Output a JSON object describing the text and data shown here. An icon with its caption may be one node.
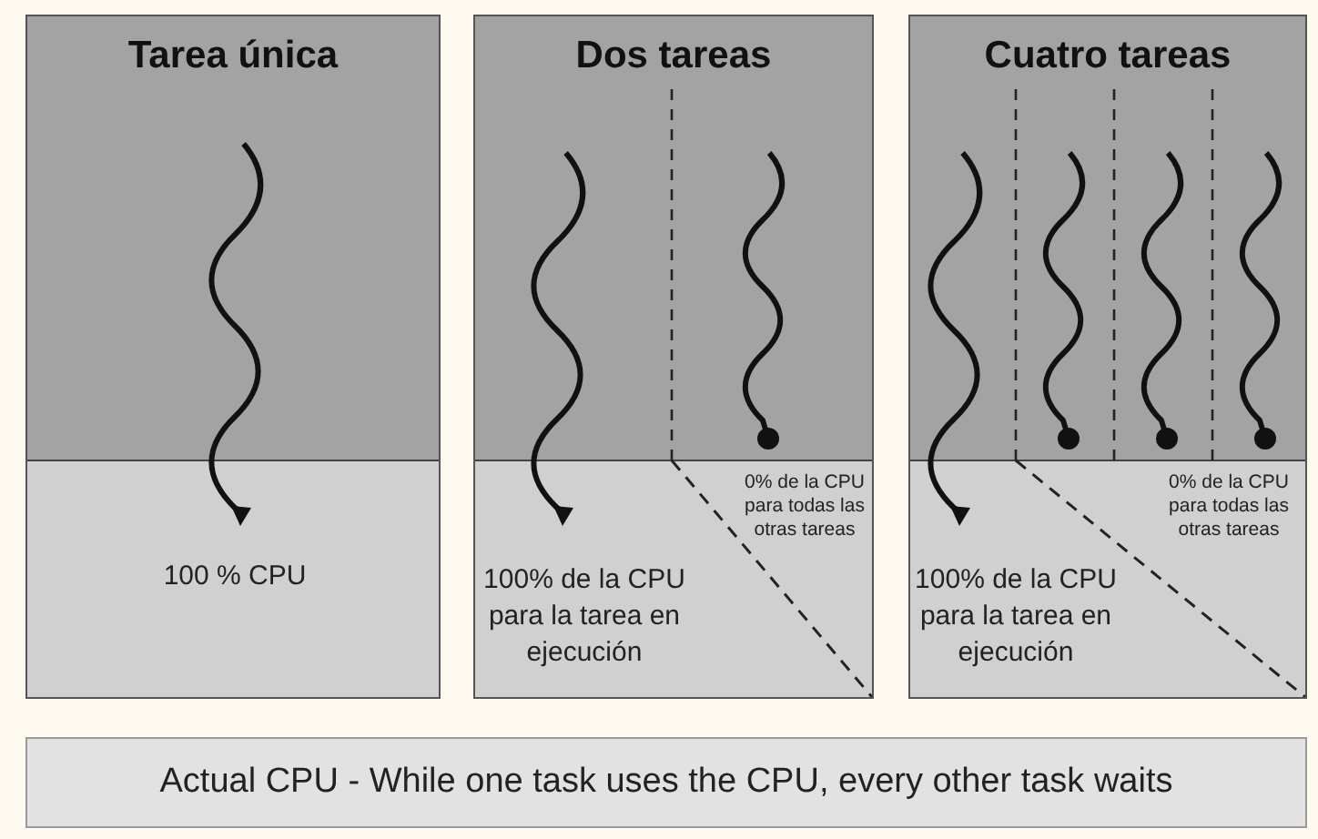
{
  "diagram": {
    "nodes": [
      {
        "text": [
          "Tarea única"
        ]
      },
      {
        "text": [
          "100 % CPU"
        ],
        "in": 0
      },
      {
        "text": [
          "Dos tareas"
        ]
      },
      {
        "text": [
          "100% de la CPU para la tarea en ejecución"
        ],
        "in": 2
      },
      {
        "text": [
          "0% de la CPU para todas las otras tareas"
        ],
        "in": 2
      },
      {
        "text": [
          "Cuatro tareas"
        ]
      },
      {
        "text": [
          "100% de la CPU para la tarea en ejecución"
        ],
        "in": 5
      },
      {
        "text": [
          "0% de la CPU para todas las otras tareas"
        ],
        "in": 5
      },
      {
        "text": [
          "Actual CPU - While one task uses the CPU, every other task waits"
        ]
      }
    ]
  }
}
